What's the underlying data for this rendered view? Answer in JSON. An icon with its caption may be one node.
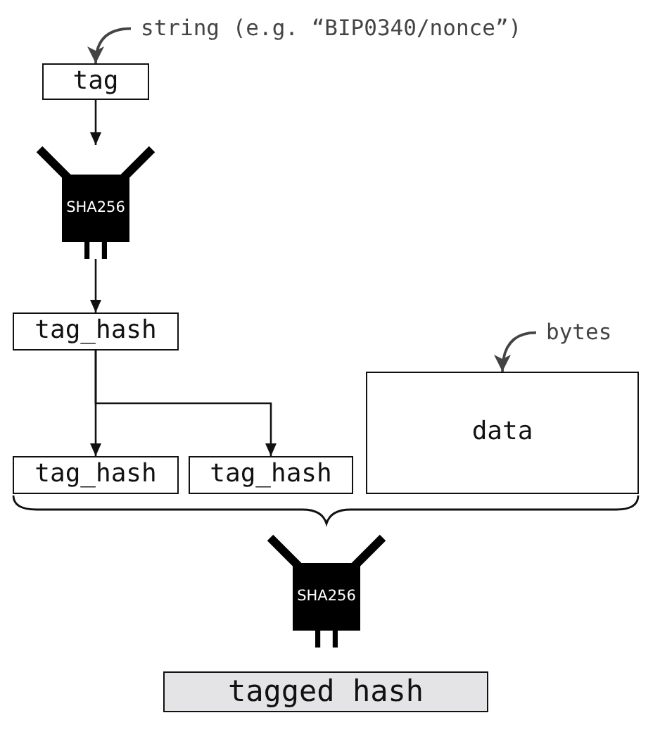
{
  "diagram": {
    "nodes": [
      {
        "text": [
          "string (e.g. “BIP0340/nonce”)"
        ]
      },
      {
        "text": [
          "tag"
        ]
      },
      {
        "text": [
          "SHA256"
        ]
      },
      {
        "text": [
          "tag_hash"
        ]
      },
      {
        "text": [
          "bytes"
        ]
      },
      {
        "text": [
          "data"
        ]
      },
      {
        "text": [
          "tag_hash"
        ]
      },
      {
        "text": [
          "tag_hash"
        ]
      },
      {
        "text": [
          "SHA256"
        ]
      },
      {
        "text": [
          "tagged hash"
        ]
      }
    ],
    "edges": [
      {
        "from": 0,
        "to": 1,
        "arrow": "to",
        "color": "#444444"
      },
      {
        "from": 1,
        "to": 2,
        "arrow": "to"
      },
      {
        "from": 2,
        "to": 3,
        "arrow": "to"
      },
      {
        "from": 3,
        "to": 6,
        "arrow": "to"
      },
      {
        "from": 3,
        "to": 7,
        "arrow": "to"
      },
      {
        "from": 4,
        "to": 5,
        "arrow": "to",
        "color": "#444444"
      }
    ]
  }
}
